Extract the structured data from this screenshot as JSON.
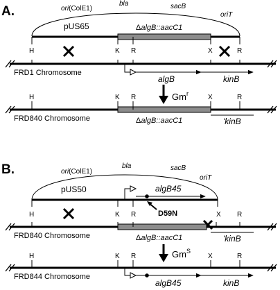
{
  "panelA": {
    "label": "A.",
    "plasmid": {
      "name": "pUS65",
      "markers": {
        "ori": "ori",
        "ori_paren": "(ColE1)",
        "bla": "bla",
        "sacB": "sacB",
        "oriT": "oriT"
      },
      "insert": {
        "delta": "Δ",
        "gene": "algB::aacC1"
      }
    },
    "sites_plasmid": [
      "H",
      "K",
      "R",
      "X",
      "R"
    ],
    "chromosome1": {
      "name": "FRD1 Chromosome",
      "sites": [
        "H",
        "K",
        "R",
        "X",
        "R"
      ],
      "genes": [
        "algB",
        "kinB"
      ]
    },
    "selection": {
      "base": "Gm",
      "sup": "r"
    },
    "chromosome2": {
      "name": "FRD840 Chromosome",
      "sites": [
        "H",
        "K",
        "R",
        "X",
        "R"
      ],
      "insert": {
        "delta": "Δ",
        "gene": "algB::aacC1"
      },
      "partial_gene": "'kinB"
    }
  },
  "panelB": {
    "label": "B.",
    "plasmid": {
      "name": "pUS50",
      "markers": {
        "ori": "ori",
        "ori_paren": "(ColE1)",
        "bla": "bla",
        "sacB": "sacB",
        "oriT": "oriT"
      },
      "gene": "algB45",
      "mutation": "D59N"
    },
    "sites_plasmid": [
      "H",
      "K",
      "R",
      "X"
    ],
    "chromosome1": {
      "name": "FRD840 Chromosome",
      "sites": [
        "H",
        "K",
        "R",
        "X",
        "R"
      ],
      "insert": {
        "delta": "Δ",
        "gene": "algB::aacC1"
      },
      "partial_gene": "'kinB"
    },
    "selection": {
      "base": "Gm",
      "sup": "S"
    },
    "chromosome2": {
      "name": "FRD844 Chromosome",
      "sites": [
        "H",
        "K",
        "R",
        "X",
        "R"
      ],
      "genes": [
        "algB45",
        "kinB"
      ]
    }
  }
}
